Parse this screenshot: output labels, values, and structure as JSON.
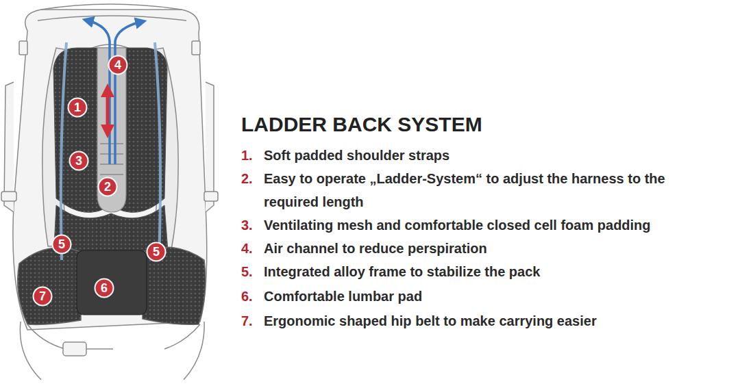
{
  "diagram": {
    "title": "LADDER BACK SYSTEM",
    "nodes": [
      {
        "text": [
          "4"
        ]
      },
      {
        "text": [
          "1"
        ]
      },
      {
        "text": [
          "3"
        ]
      },
      {
        "text": [
          "2"
        ]
      },
      {
        "text": [
          "5"
        ]
      },
      {
        "text": [
          "5"
        ]
      },
      {
        "text": [
          "7"
        ]
      },
      {
        "text": [
          "6"
        ]
      }
    ],
    "labels": [
      "1.",
      "Soft padded shoulder straps",
      "2.",
      "Easy to operate „Ladder-System“ to adjust the harness to the required length",
      "3.",
      "Ventilating mesh and comfortable closed cell foam padding",
      "4.",
      "Air channel to reduce perspiration",
      "5.",
      "Integrated alloy frame to stabilize the pack",
      "6.",
      "Comfortable lumbar pad",
      "7.",
      "Ergonomic shaped hip belt to make carrying easier"
    ]
  }
}
